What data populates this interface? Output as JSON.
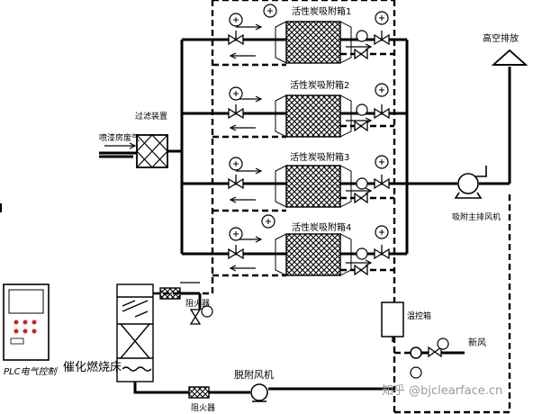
{
  "labels": {
    "box1": "活性炭吸附箱1",
    "box2": "活性炭吸附箱2",
    "box3": "活性炭吸附箱3",
    "box4": "活性炭吸附箱4",
    "filter": "过滤装置",
    "inlet": "喷漆房废气",
    "stack": "高空排放",
    "main_fan": "吸附主排风机",
    "flame_arrester_top": "阻火器",
    "flame_arrester_bottom": "阻火器",
    "control_box": "温控箱",
    "fresh_air": "新风",
    "desorb_fan": "脱附风机",
    "catalytic_bed": "催化燃烧床",
    "plc": "PLC电气控制",
    "watermark": "知乎 @bjclearface.cn"
  },
  "colors": {
    "line": "#000000",
    "panel_accent": "#cc2222",
    "watermark": "#9a9a9a"
  }
}
